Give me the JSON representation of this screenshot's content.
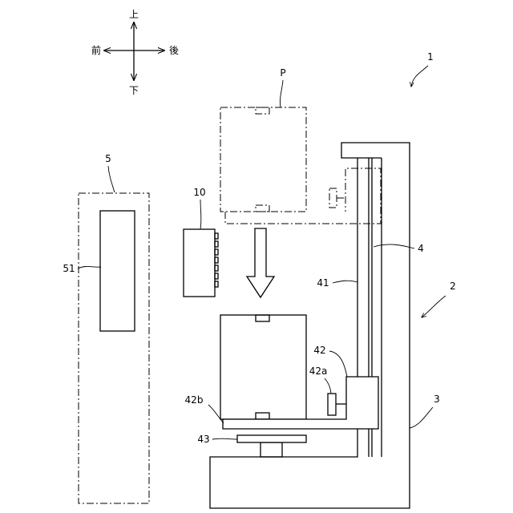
{
  "directions": {
    "up": "上",
    "down": "下",
    "front": "前",
    "back": "後"
  },
  "labels": {
    "device": "1",
    "transfer_device": "2",
    "frame": "3",
    "guide": "4",
    "guide_rail": "41",
    "slider": "42",
    "slider_pin": "42a",
    "slider_plate": "42b",
    "turntable": "43",
    "storage_rack": "5",
    "storage_slot": "51",
    "detector": "10",
    "container": "P"
  }
}
